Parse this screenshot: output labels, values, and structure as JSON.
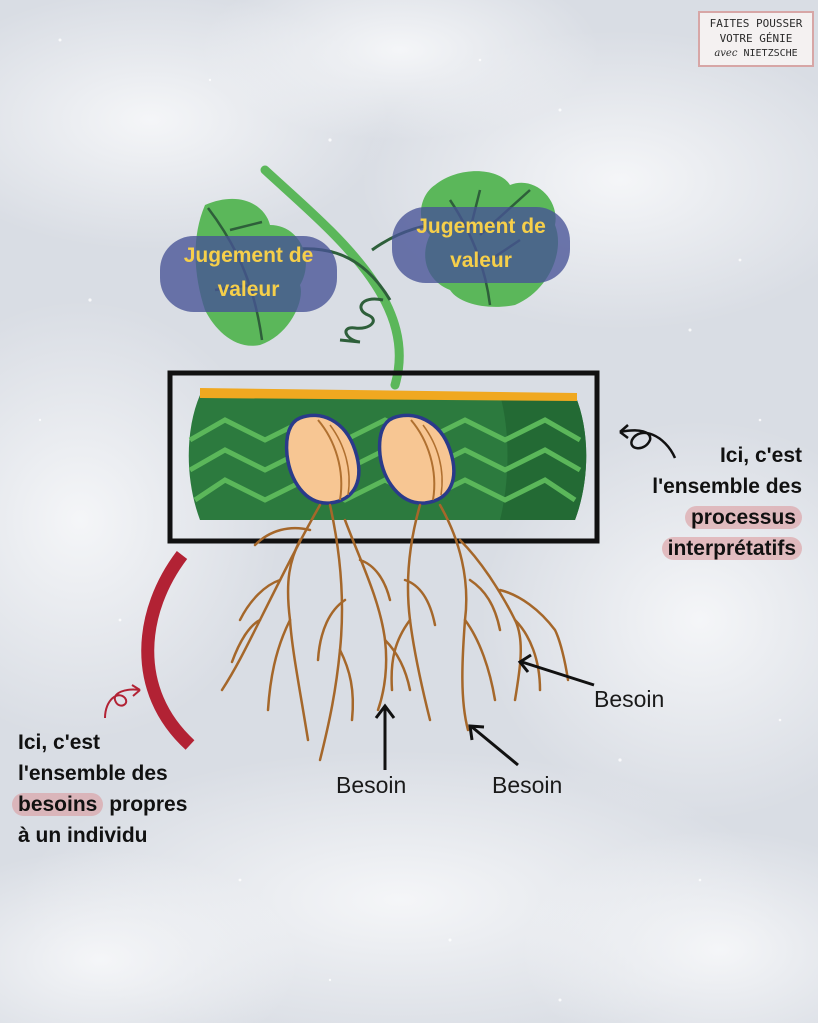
{
  "brand": {
    "line1": "FAITES POUSSER",
    "line2": "VOTRE GÉNIE",
    "line3_italic": "avec",
    "line3": "NIETZSCHE"
  },
  "bubbles": [
    {
      "line1": "Jugement de",
      "line2": "valeur"
    },
    {
      "line1": "Jugement de",
      "line2": "valeur"
    }
  ],
  "right_note": {
    "line1": "Ici, c'est",
    "line2": "l'ensemble des",
    "hl1": "processus",
    "hl2": "interprétatifs"
  },
  "left_note": {
    "line1": "Ici, c'est",
    "line2": "l'ensemble des",
    "hl": "besoins",
    "after_hl": " propres",
    "line4": "à un individu"
  },
  "besoin_labels": [
    "Besoin",
    "Besoin",
    "Besoin"
  ],
  "colors": {
    "leaf": "#5bb75a",
    "trunk": "#2e7d3c",
    "seed": "#f7c693",
    "seed_outline": "#2a3a8a",
    "root": "#a5672a",
    "frame": "#111111",
    "bracket": "#b22234",
    "highlight": "#db9498",
    "bubble_text": "#f6cf4a",
    "bar": "#f0a820"
  }
}
